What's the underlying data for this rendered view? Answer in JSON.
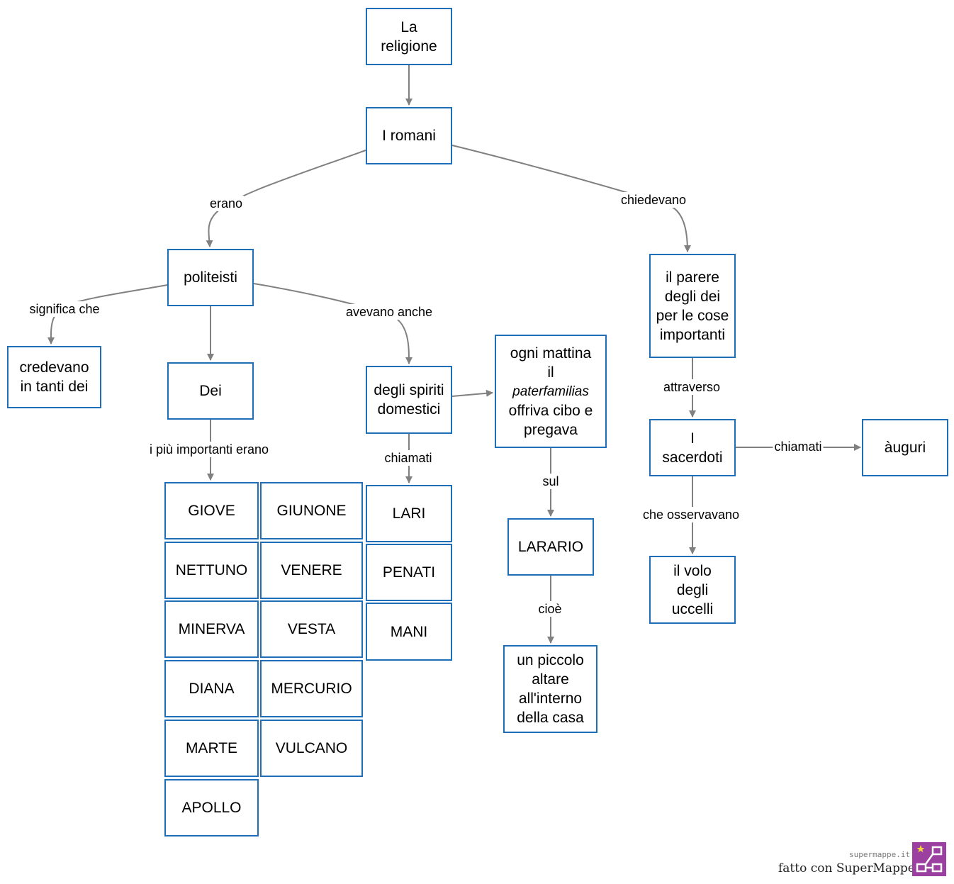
{
  "nodes": {
    "religione": "La religione",
    "romani": "I romani",
    "politeisti": "politeisti",
    "credevano": "credevano in tanti dei",
    "dei": "Dei",
    "spiriti": "degli spiriti domestici",
    "parere": "il parere degli dei per le cose importanti",
    "paterfamilias": {
      "line1": "ogni mattina",
      "line2": "il",
      "line3_italic": "paterfamilias",
      "line4": "offriva cibo e pregava"
    },
    "sacerdoti": "I sacerdoti",
    "auguri": "àuguri",
    "volo": "il volo degli uccelli",
    "lari": "LARI",
    "penati": "PENATI",
    "mani": "MANI",
    "larario": "LARARIO",
    "altare": "un piccolo altare all'interno della casa",
    "gods": [
      "GIOVE",
      "GIUNONE",
      "NETTUNO",
      "VENERE",
      "MINERVA",
      "VESTA",
      "DIANA",
      "MERCURIO",
      "MARTE",
      "VULCANO",
      "APOLLO"
    ]
  },
  "edge_labels": {
    "erano": "erano",
    "chiedevano": "chiedevano",
    "significa_che": "significa che",
    "avevano_anche": "avevano anche",
    "piu_importanti": "i più importanti erano",
    "chiamati_spiriti": "chiamati",
    "sul": "sul",
    "cioe": "cioè",
    "attraverso": "attraverso",
    "chiamati_sacerdoti": "chiamati",
    "che_osservavano": "che osservavano"
  },
  "footer": {
    "site": "supermappe.it",
    "made_with": "fatto con SuperMappe"
  },
  "colors": {
    "node_border": "#1f6fb8",
    "edge": "#808080",
    "logo": "#9b3fa0"
  }
}
